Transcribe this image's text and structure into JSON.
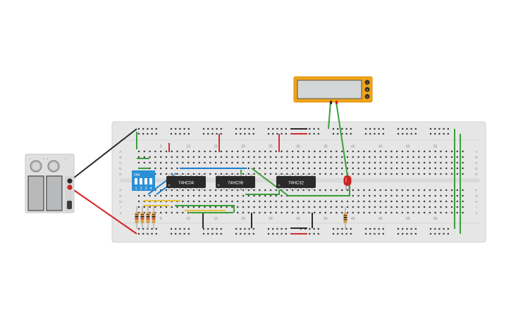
{
  "colors": {
    "breadboard": "#e6e6e6",
    "breadboard_border": "#d4d4d4",
    "hole": "#3c3c3c",
    "rail_red": "#d32f2f",
    "wire_black": "#2b2b2b",
    "wire_red": "#d81f1f",
    "wire_green": "#3aa03a",
    "wire_blue": "#1f7fd0",
    "wire_yellow": "#e9c23a",
    "meter_body": "#f0a418",
    "meter_screen": "#d4d7d8",
    "dip_body": "#2b8fd6",
    "chip_body": "#2a2a2a",
    "led": "#c62626",
    "battery_case": "#e0e0e0"
  },
  "breadboard": {
    "column_numbers": [
      "5",
      "10",
      "15",
      "20",
      "25",
      "30",
      "35",
      "40",
      "45",
      "50",
      "55"
    ],
    "row_letters_top": [
      "A",
      "B",
      "C",
      "D",
      "E"
    ],
    "row_letters_bottom": [
      "F",
      "G",
      "H",
      "I",
      "J"
    ]
  },
  "chips": [
    {
      "label": "74HC04"
    },
    {
      "label": "74HC08"
    },
    {
      "label": "74HC32"
    }
  ],
  "dip_switch": {
    "label": "ON",
    "switch_numbers": [
      "1",
      "2",
      "3",
      "4"
    ]
  },
  "multimeter": {
    "terminals": [
      "A",
      "●",
      "V"
    ]
  },
  "battery_pack": {
    "terminal_labels": [
      "+",
      "−"
    ]
  }
}
